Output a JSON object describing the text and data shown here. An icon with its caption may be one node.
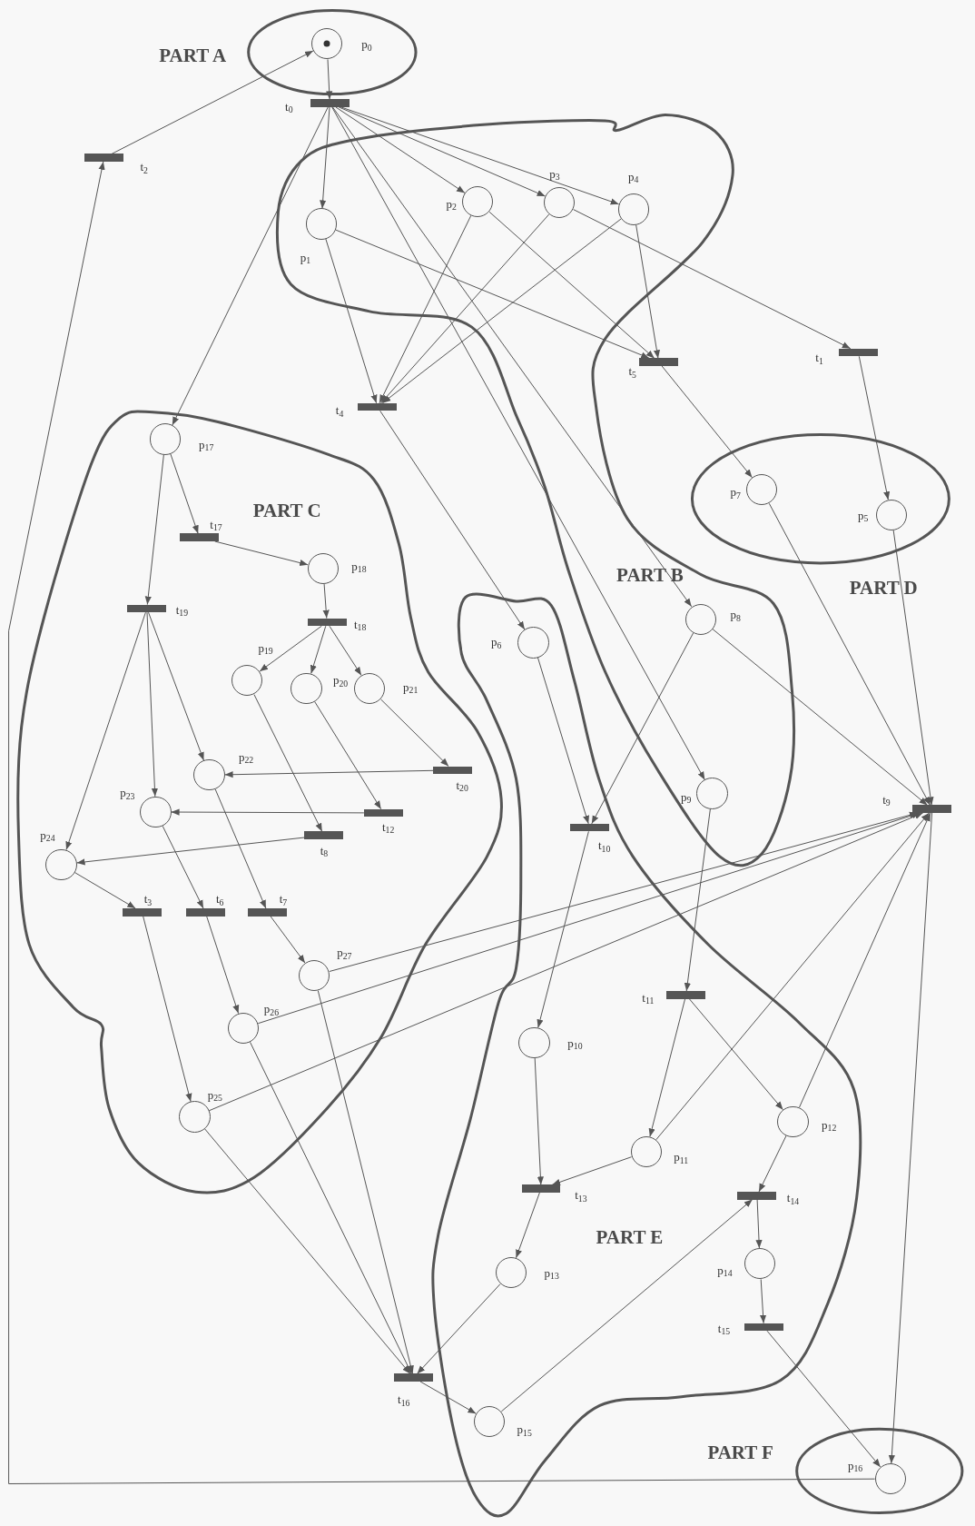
{
  "diagram": {
    "nodes": [
      {
        "text": [
          "PART A"
        ]
      },
      {
        "text": [
          "p$_{0}$"
        ],
        "in": 0
      },
      {
        "text": [
          "t$_{0}$"
        ]
      },
      {
        "text": [
          "t$_{2}$"
        ]
      },
      {
        "text": [
          "PART B"
        ]
      },
      {
        "text": [
          "p$_{1}$"
        ],
        "in": 4
      },
      {
        "text": [
          "p$_{2}$"
        ],
        "in": 4
      },
      {
        "text": [
          "p$_{3}$"
        ],
        "in": 4
      },
      {
        "text": [
          "p$_{4}$"
        ],
        "in": 4
      },
      {
        "text": [
          "p$_{8}$"
        ],
        "in": 4
      },
      {
        "text": [
          "p$_{9}$"
        ],
        "in": 4
      },
      {
        "text": [
          "t$_{1}$"
        ]
      },
      {
        "text": [
          "t$_{5}$"
        ]
      },
      {
        "text": [
          "t$_{4}$"
        ]
      },
      {
        "text": [
          "PART D"
        ]
      },
      {
        "text": [
          "p$_{7}$"
        ],
        "in": 14
      },
      {
        "text": [
          "p$_{5}$"
        ],
        "in": 14
      },
      {
        "text": [
          "PART C"
        ]
      },
      {
        "text": [
          "p$_{17}$"
        ],
        "in": 17
      },
      {
        "text": [
          "t$_{17}$"
        ],
        "in": 17
      },
      {
        "text": [
          "p$_{18}$"
        ],
        "in": 17
      },
      {
        "text": [
          "t$_{19}$"
        ],
        "in": 17
      },
      {
        "text": [
          "t$_{18}$"
        ],
        "in": 17
      },
      {
        "text": [
          "p$_{19}$"
        ],
        "in": 17
      },
      {
        "text": [
          "p$_{20}$"
        ],
        "in": 17
      },
      {
        "text": [
          "p$_{21}$"
        ],
        "in": 17
      },
      {
        "text": [
          "p$_{22}$"
        ],
        "in": 17
      },
      {
        "text": [
          "t$_{20}$"
        ],
        "in": 17
      },
      {
        "text": [
          "p$_{23}$"
        ],
        "in": 17
      },
      {
        "text": [
          "t$_{12}$"
        ],
        "in": 17
      },
      {
        "text": [
          "t$_{8}$"
        ],
        "in": 17
      },
      {
        "text": [
          "p$_{24}$"
        ],
        "in": 17
      },
      {
        "text": [
          "t$_{3}$"
        ],
        "in": 17
      },
      {
        "text": [
          "t$_{6}$"
        ],
        "in": 17
      },
      {
        "text": [
          "t$_{7}$"
        ],
        "in": 17
      },
      {
        "text": [
          "p$_{27}$"
        ],
        "in": 17
      },
      {
        "text": [
          "p$_{26}$"
        ],
        "in": 17
      },
      {
        "text": [
          "p$_{25}$"
        ],
        "in": 17
      },
      {
        "text": [
          "t$_{9}$"
        ]
      },
      {
        "text": [
          "PART E"
        ]
      },
      {
        "text": [
          "p$_{6}$"
        ],
        "in": 39
      },
      {
        "text": [
          "t$_{10}$"
        ],
        "in": 39
      },
      {
        "text": [
          "t$_{11}$"
        ],
        "in": 39
      },
      {
        "text": [
          "p$_{10}$"
        ],
        "in": 39
      },
      {
        "text": [
          "p$_{12}$"
        ],
        "in": 39
      },
      {
        "text": [
          "p$_{11}$"
        ],
        "in": 39
      },
      {
        "text": [
          "t$_{13}$"
        ],
        "in": 39
      },
      {
        "text": [
          "t$_{14}$"
        ],
        "in": 39
      },
      {
        "text": [
          "p$_{13}$"
        ],
        "in": 39
      },
      {
        "text": [
          "p$_{14}$"
        ],
        "in": 39
      },
      {
        "text": [
          "t$_{15}$"
        ],
        "in": 39
      },
      {
        "text": [
          "p$_{15}$"
        ],
        "in": 39
      },
      {
        "text": [
          "t$_{16}$"
        ]
      },
      {
        "text": [
          "PART F"
        ]
      },
      {
        "text": [
          "p$_{16}$"
        ],
        "in": 53
      }
    ],
    "edges": [
      {
        "from": 1,
        "to": 2,
        "arrow": "to"
      },
      {
        "from": 3,
        "to": 1,
        "arrow": "to"
      },
      {
        "from": 2,
        "to": 5,
        "arrow": "to"
      },
      {
        "from": 2,
        "to": 6,
        "arrow": "to"
      },
      {
        "from": 2,
        "to": 7,
        "arrow": "to"
      },
      {
        "from": 2,
        "to": 8,
        "arrow": "to"
      },
      {
        "from": 2,
        "to": 9,
        "arrow": "to"
      },
      {
        "from": 2,
        "to": 10,
        "arrow": "to"
      },
      {
        "from": 2,
        "to": 18,
        "arrow": "to"
      },
      {
        "from": 5,
        "to": 13,
        "arrow": "to"
      },
      {
        "from": 6,
        "to": 13,
        "arrow": "to"
      },
      {
        "from": 7,
        "to": 13,
        "arrow": "to"
      },
      {
        "from": 8,
        "to": 13,
        "arrow": "to"
      },
      {
        "from": 5,
        "to": 12,
        "arrow": "to"
      },
      {
        "from": 6,
        "to": 12,
        "arrow": "to"
      },
      {
        "from": 8,
        "to": 12,
        "arrow": "to"
      },
      {
        "from": 7,
        "to": 11,
        "arrow": "to"
      },
      {
        "from": 11,
        "to": 16,
        "arrow": "to"
      },
      {
        "from": 12,
        "to": 15,
        "arrow": "to"
      },
      {
        "from": 13,
        "to": 40,
        "arrow": "to"
      },
      {
        "from": 15,
        "to": 38,
        "arrow": "to"
      },
      {
        "from": 16,
        "to": 38,
        "arrow": "to"
      },
      {
        "from": 9,
        "to": 38,
        "arrow": "to"
      },
      {
        "from": 9,
        "to": 41,
        "arrow": "to"
      },
      {
        "from": 40,
        "to": 41,
        "arrow": "to"
      },
      {
        "from": 10,
        "to": 42,
        "arrow": "to"
      },
      {
        "from": 41,
        "to": 43,
        "arrow": "to"
      },
      {
        "from": 42,
        "to": 45,
        "arrow": "to"
      },
      {
        "from": 42,
        "to": 44,
        "arrow": "to"
      },
      {
        "from": 43,
        "to": 46,
        "arrow": "to"
      },
      {
        "from": 45,
        "to": 46,
        "arrow": "to"
      },
      {
        "from": 46,
        "to": 48,
        "arrow": "to"
      },
      {
        "from": 48,
        "to": 52,
        "arrow": "to"
      },
      {
        "from": 44,
        "to": 47,
        "arrow": "to"
      },
      {
        "from": 47,
        "to": 49,
        "arrow": "to"
      },
      {
        "from": 49,
        "to": 50,
        "arrow": "to"
      },
      {
        "from": 50,
        "to": 54,
        "arrow": "to"
      },
      {
        "from": 52,
        "to": 51,
        "arrow": "to"
      },
      {
        "from": 51,
        "to": 47,
        "arrow": "to"
      },
      {
        "from": 38,
        "to": 54,
        "arrow": "to"
      },
      {
        "from": 54,
        "to": 3,
        "arrow": "to"
      },
      {
        "from": 45,
        "to": 38,
        "arrow": "to"
      },
      {
        "from": 44,
        "to": 38,
        "arrow": "to"
      },
      {
        "from": 18,
        "to": 19,
        "arrow": "to"
      },
      {
        "from": 18,
        "to": 21,
        "arrow": "to"
      },
      {
        "from": 19,
        "to": 20,
        "arrow": "to"
      },
      {
        "from": 20,
        "to": 22,
        "arrow": "to"
      },
      {
        "from": 22,
        "to": 23,
        "arrow": "to"
      },
      {
        "from": 22,
        "to": 24,
        "arrow": "to"
      },
      {
        "from": 22,
        "to": 25,
        "arrow": "to"
      },
      {
        "from": 23,
        "to": 30,
        "arrow": "to"
      },
      {
        "from": 24,
        "to": 29,
        "arrow": "to"
      },
      {
        "from": 25,
        "to": 27,
        "arrow": "to"
      },
      {
        "from": 27,
        "to": 26,
        "arrow": "to"
      },
      {
        "from": 29,
        "to": 28,
        "arrow": "to"
      },
      {
        "from": 30,
        "to": 31,
        "arrow": "to"
      },
      {
        "from": 21,
        "to": 31,
        "arrow": "to"
      },
      {
        "from": 21,
        "to": 28,
        "arrow": "to"
      },
      {
        "from": 21,
        "to": 26,
        "arrow": "to"
      },
      {
        "from": 31,
        "to": 32,
        "arrow": "to"
      },
      {
        "from": 28,
        "to": 33,
        "arrow": "to"
      },
      {
        "from": 26,
        "to": 34,
        "arrow": "to"
      },
      {
        "from": 32,
        "to": 37,
        "arrow": "to"
      },
      {
        "from": 33,
        "to": 36,
        "arrow": "to"
      },
      {
        "from": 34,
        "to": 35,
        "arrow": "to"
      },
      {
        "from": 37,
        "to": 52,
        "arrow": "to"
      },
      {
        "from": 36,
        "to": 52,
        "arrow": "to"
      },
      {
        "from": 35,
        "to": 52,
        "arrow": "to"
      },
      {
        "from": 37,
        "to": 38,
        "arrow": "to"
      },
      {
        "from": 36,
        "to": 38,
        "arrow": "to"
      },
      {
        "from": 35,
        "to": 38,
        "arrow": "to"
      }
    ]
  }
}
